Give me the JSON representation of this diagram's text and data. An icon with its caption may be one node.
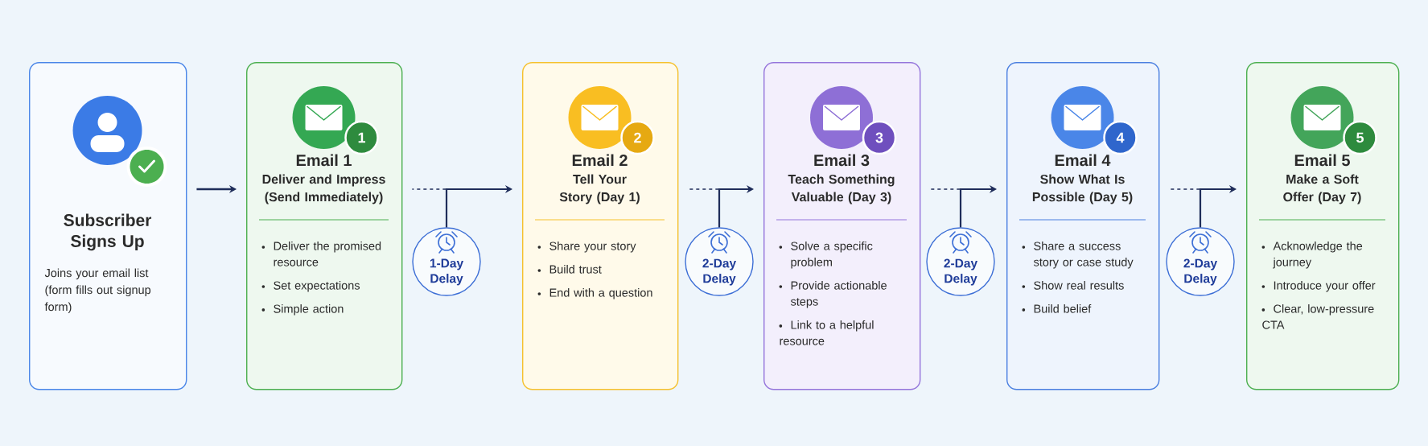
{
  "diagram": {
    "nodes": [
      {
        "text": [
          "Subscriber Signs Up",
          "Joins your email list (form fills out signup form)"
        ]
      },
      {
        "text": [
          "1",
          "Email 1",
          "Deliver and Impress (Send Immediately)",
          "Deliver the promised resource",
          "Set expectations",
          "Simple action"
        ]
      },
      {
        "text": [
          "1-Day Delay"
        ]
      },
      {
        "text": [
          "2",
          "Email 2",
          "Tell Your Story (Day 1)",
          "Share your story",
          "Build trust",
          "End with a question"
        ]
      },
      {
        "text": [
          "2-Day Delay"
        ]
      },
      {
        "text": [
          "3",
          "Email 3",
          "Teach Something Valuable (Day 3)",
          "Solve a specific problem",
          "Provide actionable steps",
          "Link to a helpful resource"
        ]
      },
      {
        "text": [
          "2-Day Delay"
        ]
      },
      {
        "text": [
          "4",
          "Email 4",
          "Show What Is Possible (Day 5)",
          "Share a success story or case study",
          "Show real results",
          "Build belief"
        ]
      },
      {
        "text": [
          "2-Day Delay"
        ]
      },
      {
        "text": [
          "5",
          "Email 5",
          "Make a Soft Offer (Day 7)",
          "Acknowledge the journey",
          "Introduce your offer",
          "Clear, low-pressure CTA"
        ]
      }
    ],
    "edges": [
      {
        "from": 0,
        "to": 1,
        "arrow": "to"
      },
      {
        "from": 1,
        "to": 2,
        "arrow": "none",
        "style": "dashed"
      },
      {
        "from": 2,
        "to": 3,
        "arrow": "to"
      },
      {
        "from": 3,
        "to": 4,
        "arrow": "none",
        "style": "dashed"
      },
      {
        "from": 4,
        "to": 5,
        "arrow": "to"
      },
      {
        "from": 5,
        "to": 6,
        "arrow": "none",
        "style": "dashed"
      },
      {
        "from": 6,
        "to": 7,
        "arrow": "to"
      },
      {
        "from": 7,
        "to": 8,
        "arrow": "none",
        "style": "dashed"
      },
      {
        "from": 8,
        "to": 9,
        "arrow": "to"
      }
    ]
  }
}
